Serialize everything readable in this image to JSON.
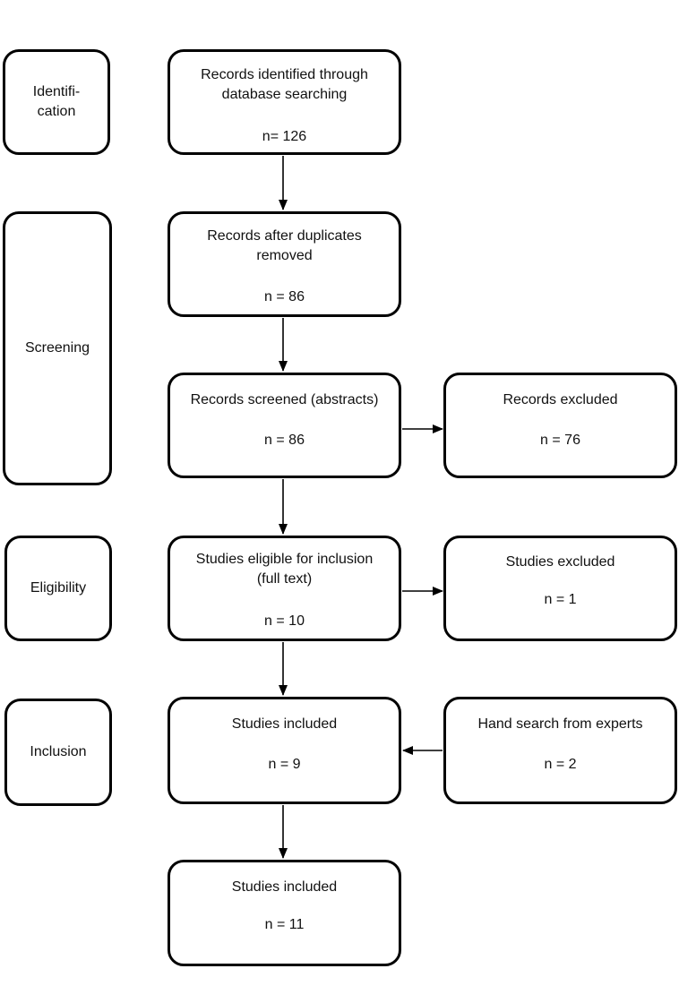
{
  "stages": {
    "identification": "Identifi-\ncation",
    "screening": "Screening",
    "eligibility": "Eligibility",
    "inclusion": "Inclusion"
  },
  "boxes": {
    "identified": {
      "title": "Records identified through\ndatabase searching",
      "count": "n= 126"
    },
    "deduplicated": {
      "title": "Records after duplicates\nremoved",
      "count": "n = 86"
    },
    "screened": {
      "title": "Records screened (abstracts)",
      "count": "n = 86"
    },
    "excluded_records": {
      "title": "Records excluded",
      "count": "n = 76"
    },
    "eligible": {
      "title": "Studies eligible for inclusion\n(full text)",
      "count": "n = 10"
    },
    "excluded_studies": {
      "title": "Studies excluded",
      "count": "n = 1"
    },
    "included": {
      "title": "Studies included",
      "count": "n = 9"
    },
    "hand_search": {
      "title": "Hand search from experts",
      "count": "n = 2"
    },
    "final": {
      "title": "Studies included",
      "count": "n = 11"
    }
  }
}
